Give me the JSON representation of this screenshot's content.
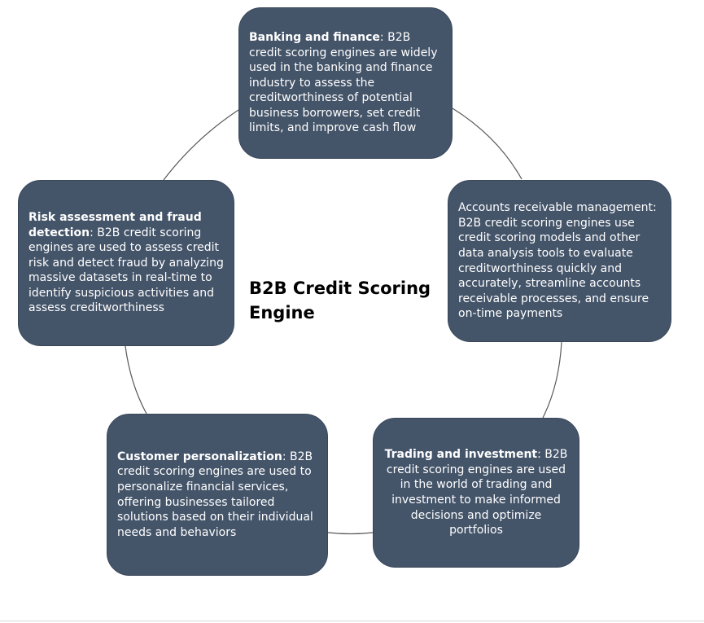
{
  "diagram": {
    "center_title": "B2B Credit Scoring Engine",
    "colors": {
      "node_fill": "#445469",
      "node_text": "#ffffff",
      "ring_line": "#595959"
    },
    "nodes": [
      {
        "id": "banking-finance",
        "lead": "Banking and finance",
        "sep": ": ",
        "text": "B2B credit scoring engines are widely used in the banking and finance industry to assess the creditworthiness of potential business borrowers, set credit limits, and improve cash flow"
      },
      {
        "id": "accounts-receivable",
        "lead": "",
        "sep": "",
        "text": "Accounts receivable management: B2B credit scoring engines use credit scoring models and other data analysis tools to evaluate creditworthiness quickly and accurately, streamline accounts receivable processes, and ensure on-time payments"
      },
      {
        "id": "trading-investment",
        "lead": "Trading and investment",
        "sep": ": ",
        "text": "B2B credit scoring engines are used in the world of trading and investment to make informed decisions and optimize portfolios"
      },
      {
        "id": "customer-personalization",
        "lead": "Customer personalization",
        "sep": ": ",
        "text": "B2B credit scoring engines are used to personalize financial services, offering businesses tailored solutions based on their individual needs and behaviors"
      },
      {
        "id": "risk-fraud",
        "lead": "Risk assessment and fraud detection",
        "sep": ": ",
        "text": "B2B credit scoring engines are used to assess credit risk and detect fraud by analyzing massive datasets in real-time to identify suspicious activities and assess creditworthiness"
      }
    ]
  }
}
